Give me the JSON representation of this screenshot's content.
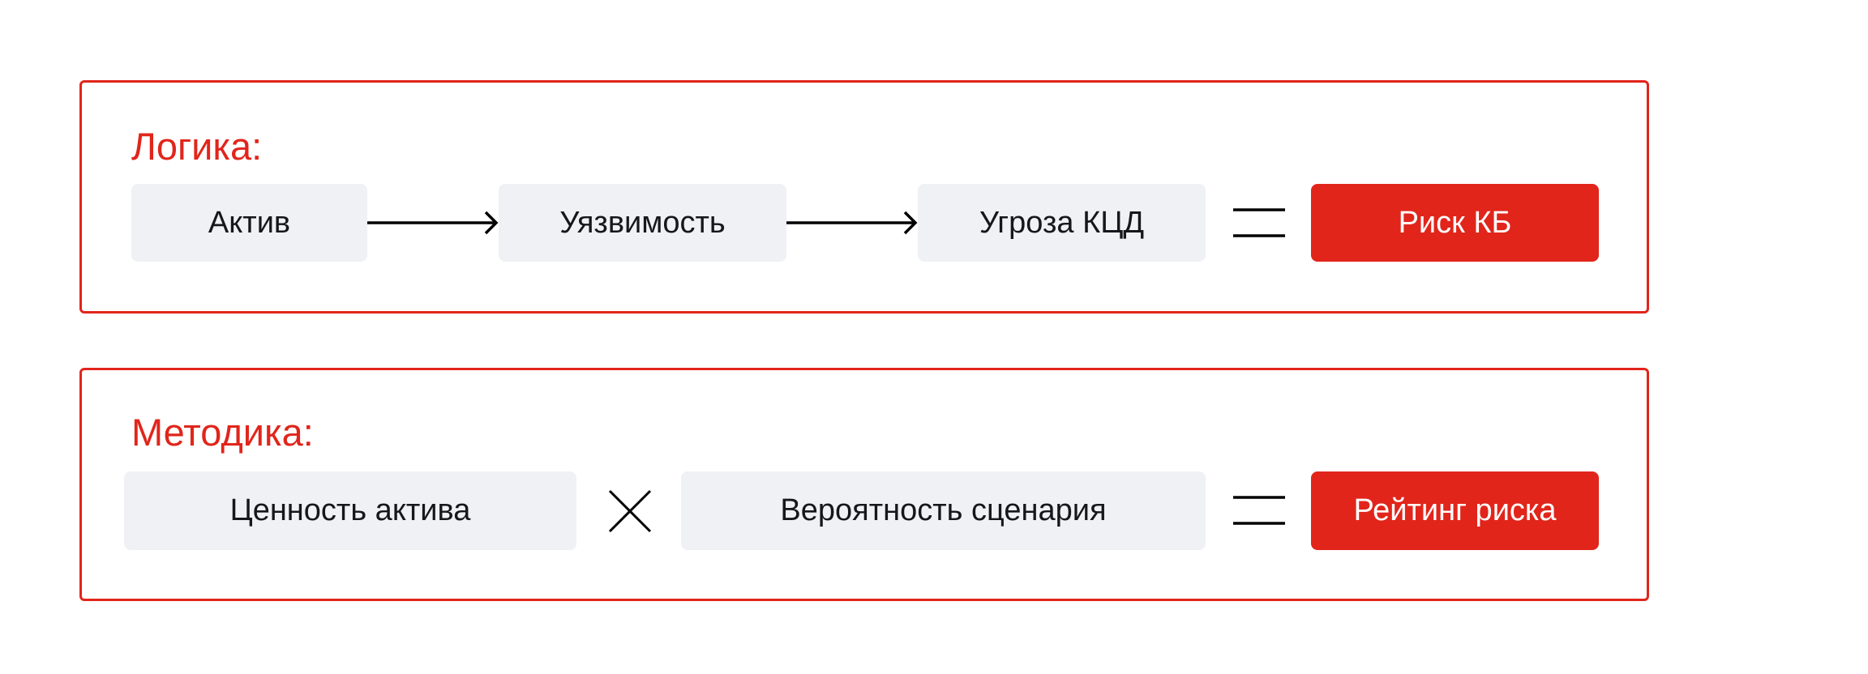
{
  "colors": {
    "accent": "#e1251b",
    "node_bg": "#eff1f4",
    "text": "#14181d"
  },
  "logic": {
    "title": "Логика:",
    "nodes": [
      "Актив",
      "Уязвимость",
      "Угроза КЦД"
    ],
    "operators": [
      "arrow-right",
      "arrow-right",
      "equals"
    ],
    "result": "Риск КБ"
  },
  "method": {
    "title": "Методика:",
    "nodes": [
      "Ценность актива",
      "Вероятность сценария"
    ],
    "operators": [
      "multiply",
      "equals"
    ],
    "result": "Рейтинг риска"
  }
}
